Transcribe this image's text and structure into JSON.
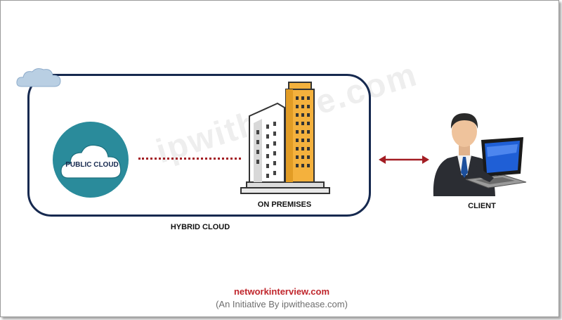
{
  "diagram": {
    "watermark": "ipwithease.com",
    "nodes": {
      "public_cloud": "PUBLIC CLOUD",
      "on_premises": "ON PREMISES",
      "client": "CLIENT"
    },
    "group_label": "HYBRID CLOUD",
    "edges": [
      {
        "from": "public_cloud",
        "to": "on_premises",
        "style": "dotted",
        "color": "#a31d23"
      },
      {
        "from": "on_premises",
        "to": "client",
        "style": "double-arrow",
        "color": "#a31d23"
      }
    ]
  },
  "footer": {
    "site": "networkinterview.com",
    "subtitle": "(An Initiative By ipwithease.com)"
  },
  "colors": {
    "box_border": "#16294f",
    "public_circle": "#2a8b9b",
    "building_orange": "#f4b13d",
    "link_red": "#a31d23",
    "footer_red": "#c0262c"
  }
}
